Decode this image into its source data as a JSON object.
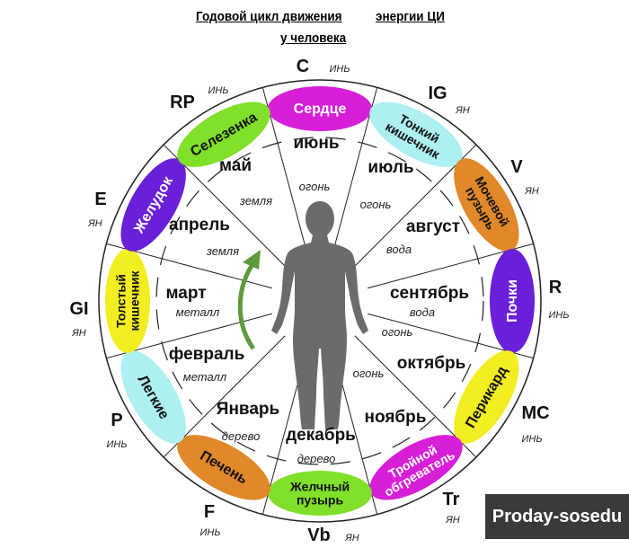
{
  "title": {
    "line1": "Годовой цикл движения",
    "line2": "энергии ЦИ",
    "line3": "у человека"
  },
  "organs": [
    {
      "name": "Сердце",
      "color": "#d81fd8",
      "text_color": "#ffffff"
    },
    {
      "name": "Тонкий кишечник",
      "color": "#aef0f2",
      "text_color": "#111111"
    },
    {
      "name": "Мочевой пузырь",
      "color": "#e0882a",
      "text_color": "#111111"
    },
    {
      "name": "Почки",
      "color": "#6a1fd8",
      "text_color": "#ffffff"
    },
    {
      "name": "Перикард",
      "color": "#f2ee22",
      "text_color": "#111111"
    },
    {
      "name": "Тройной обгреватель",
      "color": "#d81fd8",
      "text_color": "#ffffff"
    },
    {
      "name": "Желчный пузырь",
      "color": "#80e02a",
      "text_color": "#111111"
    },
    {
      "name": "Печень",
      "color": "#e0882a",
      "text_color": "#111111"
    },
    {
      "name": "Легкие",
      "color": "#aef0f2",
      "text_color": "#111111"
    },
    {
      "name": "Толстый кишечник",
      "color": "#f2ee22",
      "text_color": "#111111"
    },
    {
      "name": "Желудок",
      "color": "#6a1fd8",
      "text_color": "#ffffff"
    },
    {
      "name": "Селезенка",
      "color": "#80e02a",
      "text_color": "#111111"
    }
  ],
  "months": [
    {
      "month": "июнь",
      "element": "огонь"
    },
    {
      "month": "июль",
      "element": "огонь"
    },
    {
      "month": "август",
      "element": "вода"
    },
    {
      "month": "сентябрь",
      "element": "вода"
    },
    {
      "month": "октябрь",
      "element": "огонь"
    },
    {
      "month": "ноябрь",
      "element": "огонь"
    },
    {
      "month": "декабрь",
      "element": "дерево"
    },
    {
      "month": "Январь",
      "element": "дерево"
    },
    {
      "month": "февраль",
      "element": "металл"
    },
    {
      "month": "март",
      "element": "металл"
    },
    {
      "month": "апрель",
      "element": "земля"
    },
    {
      "month": "май",
      "element": "земля"
    }
  ],
  "meridians": [
    {
      "code": "C",
      "polarity": "ИНЬ"
    },
    {
      "code": "IG",
      "polarity": "ЯН"
    },
    {
      "code": "V",
      "polarity": "ЯН"
    },
    {
      "code": "R",
      "polarity": "ИНЬ"
    },
    {
      "code": "MC",
      "polarity": "ИНЬ"
    },
    {
      "code": "Tr",
      "polarity": "ЯН"
    },
    {
      "code": "Vb",
      "polarity": "ЯН"
    },
    {
      "code": "F",
      "polarity": "ИНЬ"
    },
    {
      "code": "P",
      "polarity": "ИНЬ"
    },
    {
      "code": "GI",
      "polarity": "ЯН"
    },
    {
      "code": "E",
      "polarity": "ЯН"
    },
    {
      "code": "RP",
      "polarity": "ИНЬ"
    }
  ],
  "watermark": "Proday-sosedu"
}
